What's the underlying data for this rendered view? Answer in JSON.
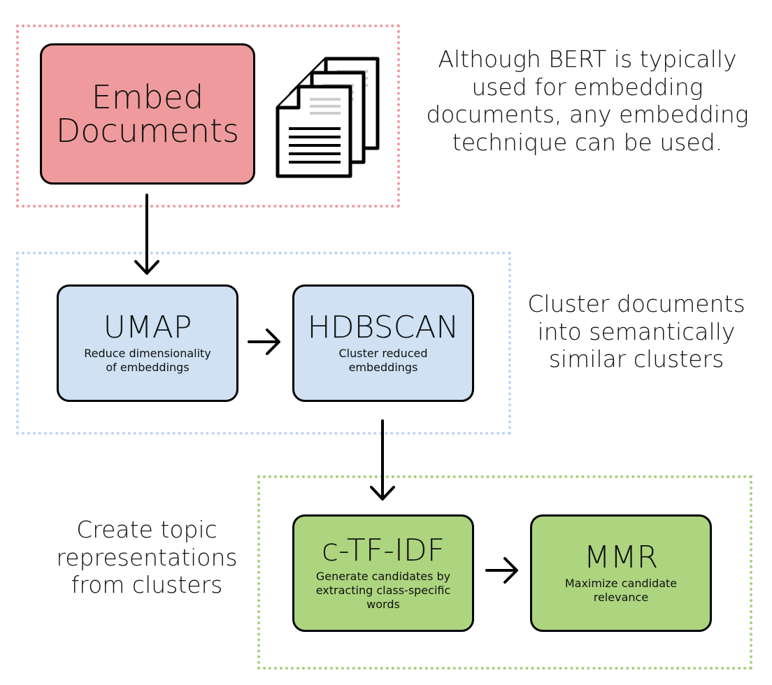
{
  "groups": {
    "embed": {
      "color": "#ee9b9f"
    },
    "cluster": {
      "color": "#bcd6f2"
    },
    "topics": {
      "color": "#a8cf7d"
    }
  },
  "nodes": {
    "embed": {
      "title_line1": "Embed",
      "title_line2": "Documents",
      "color": "#ef9b9d"
    },
    "umap": {
      "title": "UMAP",
      "subtitle_line1": "Reduce dimensionality",
      "subtitle_line2": "of embeddings",
      "color": "#cfe1f3"
    },
    "hdbscan": {
      "title": "HDBSCAN",
      "subtitle_line1": "Cluster reduced",
      "subtitle_line2": "embeddings",
      "color": "#cfe1f3"
    },
    "ctfidf": {
      "title": "c-TF-IDF",
      "subtitle_line1": "Generate candidates by",
      "subtitle_line2": "extracting class-specific",
      "subtitle_line3": "words",
      "color": "#add57f"
    },
    "mmr": {
      "title": "MMR",
      "subtitle_line1": "Maximize candidate",
      "subtitle_line2": "relevance",
      "color": "#add57f"
    }
  },
  "notes": {
    "embed": [
      "Although BERT is typically",
      "used for embedding",
      "documents, any embedding",
      "technique can be used."
    ],
    "cluster": [
      "Cluster documents",
      "into semantically",
      "similar clusters"
    ],
    "topics": [
      "Create topic",
      "representations",
      "from clusters"
    ]
  },
  "icons": {
    "documents": "stacked-documents-icon",
    "arrow": "arrow-icon"
  }
}
